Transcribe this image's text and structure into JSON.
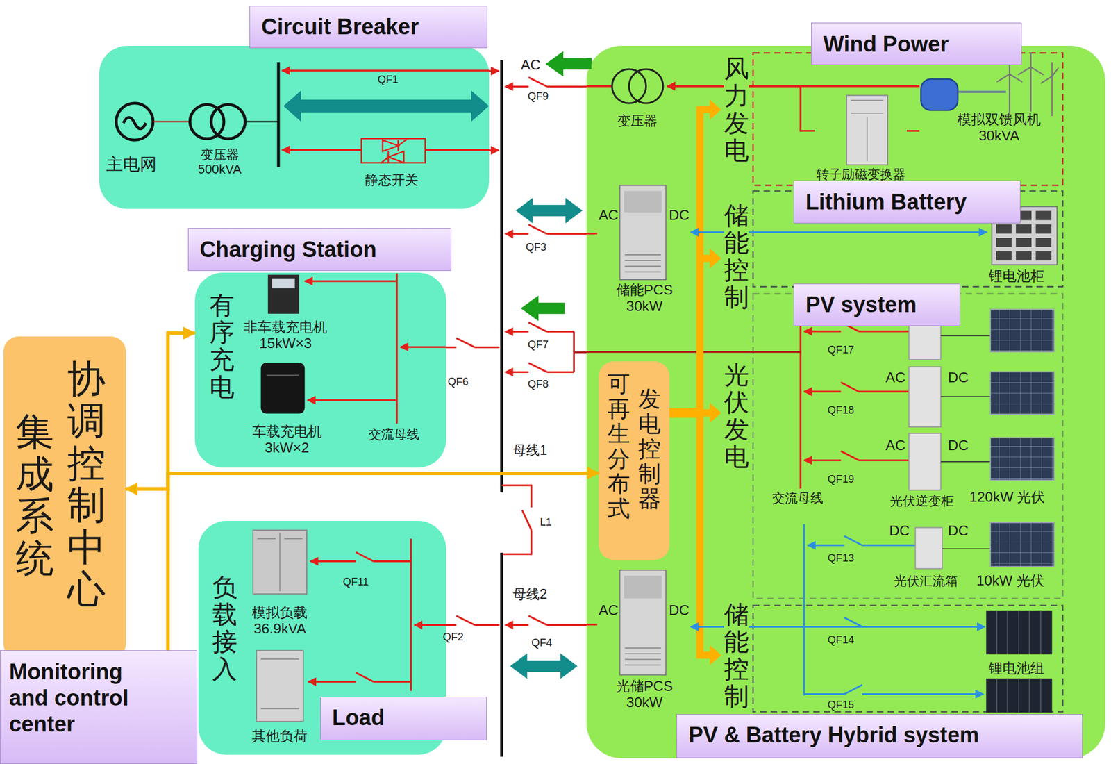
{
  "diagram": {
    "nodes": [
      {
        "text": [
          "主电网",
          "变压器 500kVA",
          "静态开关"
        ]
      },
      {
        "text": [
          "Circuit Breaker"
        ]
      },
      {
        "text": [
          "风力发电",
          "储能控制",
          "光伏发电",
          "储能控制"
        ]
      },
      {
        "text": [
          "Wind Power"
        ],
        "in": 2
      },
      {
        "text": [
          "变压器"
        ],
        "in": 2
      },
      {
        "text": [
          "模拟双馈风机 30kVA"
        ],
        "in": 2
      },
      {
        "text": [
          "转子励磁变换器"
        ],
        "in": 2
      },
      {
        "text": [
          "Lithium Battery"
        ],
        "in": 2
      },
      {
        "text": [
          "AC",
          "DC",
          "储能PCS 30kW"
        ],
        "in": 2
      },
      {
        "text": [
          "锂电池柜"
        ],
        "in": 2
      },
      {
        "text": [
          "Charging Station"
        ]
      },
      {
        "text": [
          "有序充电",
          "交流母线"
        ]
      },
      {
        "text": [
          "非车载充电机 15kW×3"
        ],
        "in": 11
      },
      {
        "text": [
          "车载充电机 3kW×2"
        ],
        "in": 11
      },
      {
        "text": [
          "PV system"
        ],
        "in": 2
      },
      {
        "text": [
          "AC",
          "DC",
          "AC",
          "DC",
          "光伏逆变柜"
        ],
        "in": 2
      },
      {
        "text": [
          "120kW 光伏"
        ],
        "in": 2
      },
      {
        "text": [
          "DC",
          "DC",
          "光伏汇流箱"
        ],
        "in": 2
      },
      {
        "text": [
          "10kW 光伏"
        ],
        "in": 2
      },
      {
        "text": [
          "可再生分布式",
          "发电控制器"
        ],
        "in": 2
      },
      {
        "text": [
          "协调控制中心",
          "集成系统"
        ]
      },
      {
        "text": [
          "Monitoring and control center"
        ]
      },
      {
        "text": [
          "负载接入"
        ]
      },
      {
        "text": [
          "模拟负载 36.9kVA"
        ],
        "in": 22
      },
      {
        "text": [
          "其他负荷"
        ],
        "in": 22
      },
      {
        "text": [
          "Load"
        ]
      },
      {
        "text": [
          "AC",
          "DC",
          "光储PCS 30kW"
        ],
        "in": 2
      },
      {
        "text": [
          "锂电池组"
        ],
        "in": 2
      },
      {
        "text": [
          "PV & Battery Hybrid system"
        ],
        "in": 2
      }
    ],
    "edges": [
      {
        "from": 5,
        "to": 4,
        "arrow": "to"
      },
      {
        "from": 6,
        "to": 4,
        "arrow": "to"
      },
      {
        "from": 5,
        "to": 6,
        "arrow": "none"
      },
      {
        "from": 8,
        "to": 9,
        "arrow": "both"
      },
      {
        "from": 26,
        "to": 27,
        "arrow": "both"
      },
      {
        "from": 20,
        "to": 11,
        "arrow": "both"
      },
      {
        "from": 20,
        "to": 19,
        "arrow": "to"
      }
    ],
    "labels": [
      "QF1",
      "AC",
      "QF9",
      "QF3",
      "QF7",
      "QF8",
      "QF6",
      "母线1",
      "L1",
      "母线2",
      "QF11",
      "QF2",
      "QF4",
      "QF17",
      "QF18",
      "QF19",
      "交流母线",
      "QF13",
      "QF14",
      "QF15"
    ]
  }
}
